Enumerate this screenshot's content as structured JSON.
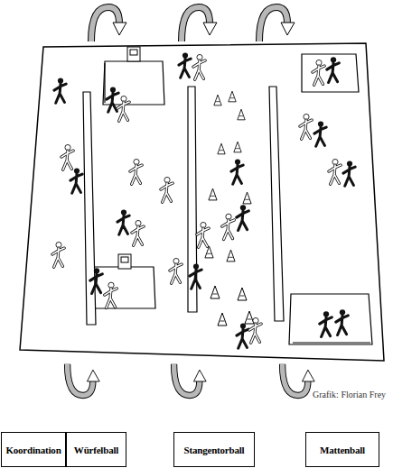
{
  "diagram": {
    "nodes": [
      {
        "text": [
          "Koordination"
        ]
      },
      {
        "text": [
          "Würfelball"
        ]
      },
      {
        "text": [
          "Stangentorball"
        ]
      },
      {
        "text": [
          "Mattenball"
        ]
      }
    ],
    "labels": [
      "Grafik: Florian Frey"
    ]
  }
}
